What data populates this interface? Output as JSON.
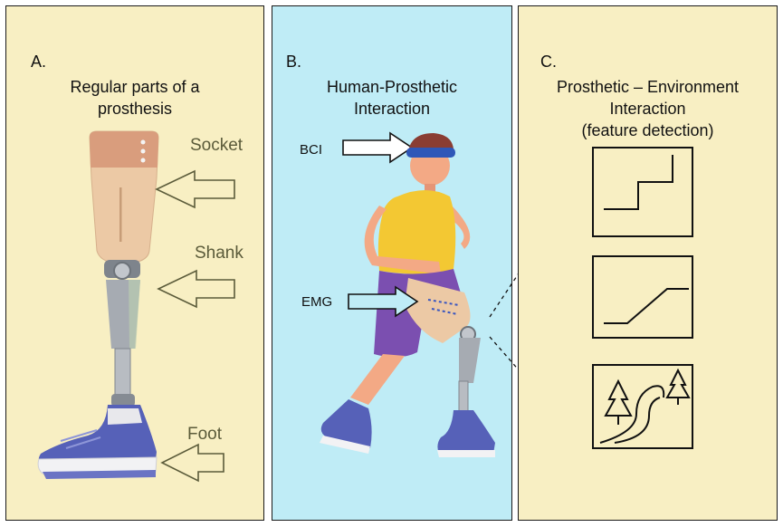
{
  "panel_a": {
    "letter": "A.",
    "title_line1": "Regular parts of a",
    "title_line2": "prosthesis",
    "labels": {
      "socket": "Socket",
      "shank": "Shank",
      "foot": "Foot"
    }
  },
  "panel_b": {
    "letter": "B.",
    "title_line1": "Human-Prosthetic",
    "title_line2": "Interaction",
    "labels": {
      "bci": "BCI",
      "emg": "EMG"
    }
  },
  "panel_c": {
    "letter": "C.",
    "title_line1": "Prosthetic – Environment",
    "title_line2": "Interaction",
    "title_line3": "(feature detection)",
    "boxes": [
      "stairs-icon",
      "ramp-icon",
      "trail-with-trees-icon"
    ]
  },
  "colors": {
    "panel_yellow": "#f8efc3",
    "panel_blue": "#bfecf6",
    "socket_skin": "#ecc9a5",
    "metal": "#9ea3aa",
    "shoe_blue": "#5661b8",
    "shirt_yellow": "#f3c833",
    "shorts_purple": "#7b4fb0"
  }
}
